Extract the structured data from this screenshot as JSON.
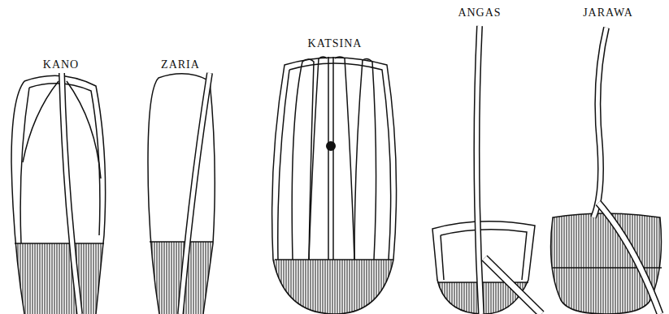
{
  "diagram": {
    "labels": [
      "KANO",
      "ZARIA",
      "KATSINA",
      "ANGAS",
      "JARAWA"
    ]
  }
}
